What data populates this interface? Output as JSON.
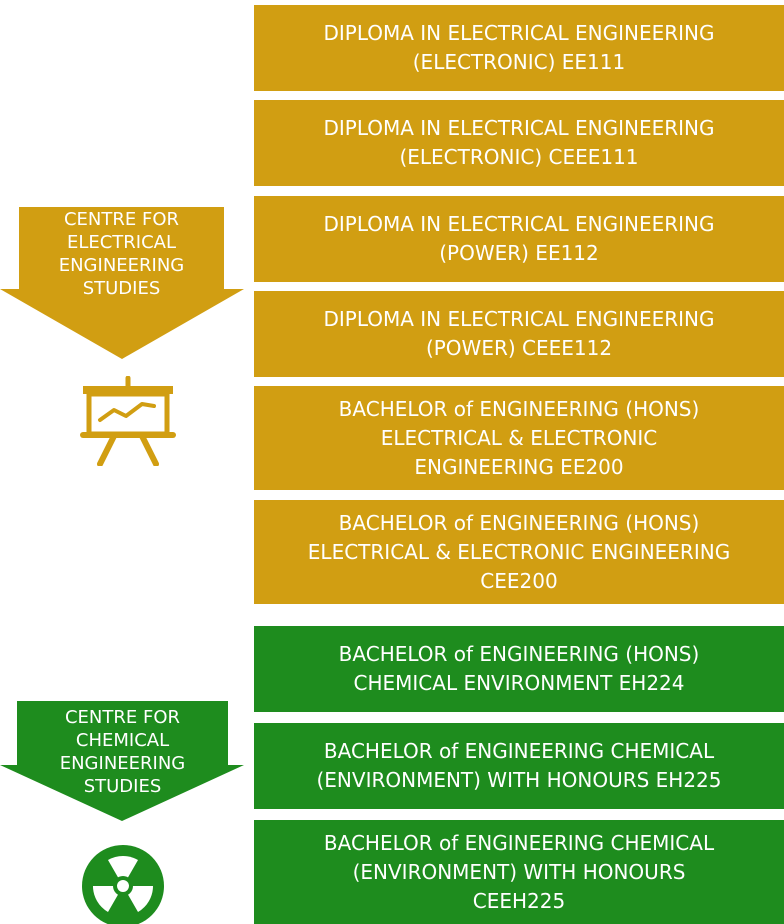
{
  "colors": {
    "gold": "#D19E12",
    "green": "#1E8C1E",
    "background": "#FFFFFF"
  },
  "electrical": {
    "centre_lines": [
      "CENTRE FOR",
      "ELECTRICAL",
      "ENGINEERING",
      "STUDIES"
    ],
    "icon": "presentation-board-icon",
    "programmes": [
      {
        "lines": [
          "DIPLOMA IN ELECTRICAL ENGINEERING",
          "(ELECTRONIC) EE111"
        ]
      },
      {
        "lines": [
          "DIPLOMA IN ELECTRICAL ENGINEERING",
          "(ELECTRONIC) CEEE111"
        ]
      },
      {
        "lines": [
          "DIPLOMA IN ELECTRICAL ENGINEERING",
          "(POWER) EE112"
        ]
      },
      {
        "lines": [
          "DIPLOMA IN ELECTRICAL ENGINEERING",
          "(POWER) CEEE112"
        ]
      },
      {
        "lines": [
          "BACHELOR of ENGINEERING (HONS)",
          "ELECTRICAL & ELECTRONIC",
          "ENGINEERING EE200"
        ]
      },
      {
        "lines": [
          "BACHELOR of ENGINEERING (HONS)",
          "ELECTRICAL & ELECTRONIC ENGINEERING",
          "CEE200"
        ]
      }
    ]
  },
  "chemical": {
    "centre_lines": [
      "CENTRE FOR",
      "CHEMICAL",
      "ENGINEERING",
      "STUDIES"
    ],
    "icon": "radiation-icon",
    "programmes": [
      {
        "lines": [
          "BACHELOR of ENGINEERING (HONS)",
          "CHEMICAL ENVIRONMENT EH224"
        ]
      },
      {
        "lines": [
          "BACHELOR of ENGINEERING CHEMICAL",
          "(ENVIRONMENT) WITH HONOURS EH225"
        ]
      },
      {
        "lines": [
          "BACHELOR of ENGINEERING CHEMICAL",
          "(ENVIRONMENT) WITH HONOURS",
          "CEEH225"
        ]
      }
    ]
  }
}
